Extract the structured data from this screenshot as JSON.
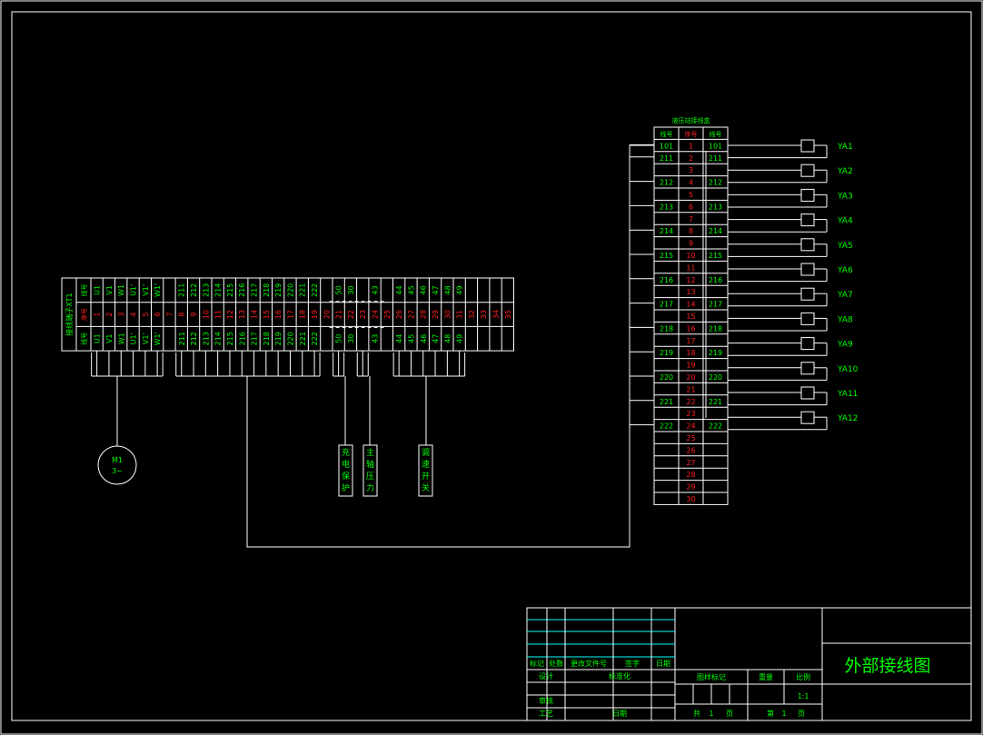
{
  "drawing_title": "外部接线图",
  "main_strip": {
    "title": "接线端子XT1",
    "row_labels": [
      "线号",
      "序号",
      "线号"
    ],
    "top_labels": [
      "U1",
      "V1",
      "W1",
      "U1'",
      "V1'",
      "W1'",
      "",
      "211",
      "212",
      "213",
      "214",
      "215",
      "216",
      "217",
      "218",
      "219",
      "220",
      "221",
      "222",
      "",
      "50",
      "30",
      "",
      "43",
      "",
      "44",
      "45",
      "46",
      "47",
      "48",
      "49",
      "",
      "",
      ""
    ],
    "seq_labels": [
      "1",
      "2",
      "3",
      "4",
      "5",
      "6",
      "7",
      "8",
      "9",
      "10",
      "11",
      "12",
      "13",
      "14",
      "15",
      "16",
      "17",
      "18",
      "19",
      "20",
      "21",
      "22",
      "23",
      "24",
      "25",
      "26",
      "27",
      "28",
      "29",
      "30",
      "31",
      "32",
      "33",
      "34",
      "35"
    ],
    "bottom_labels": [
      "U1",
      "V1",
      "W1",
      "U1'",
      "V1'",
      "W1'",
      "",
      "211",
      "212",
      "213",
      "214",
      "215",
      "216",
      "217",
      "218",
      "219",
      "220",
      "221",
      "222",
      "",
      "50",
      "30",
      "",
      "43",
      "",
      "44",
      "45",
      "46",
      "47",
      "48",
      "49",
      "",
      "",
      ""
    ]
  },
  "motor": {
    "label": "M1",
    "sub": "3~"
  },
  "devices": [
    {
      "chars": [
        "充",
        "电",
        "保",
        "护"
      ]
    },
    {
      "chars": [
        "主",
        "轴",
        "压",
        "力"
      ]
    },
    {
      "chars": [
        "调",
        "速",
        "开",
        "关"
      ]
    }
  ],
  "valve_box": {
    "title": "液压站接线盒",
    "headers": [
      "线号",
      "序号",
      "线号"
    ],
    "seq": [
      "1",
      "2",
      "3",
      "4",
      "5",
      "6",
      "7",
      "8",
      "9",
      "10",
      "11",
      "12",
      "13",
      "14",
      "15",
      "16",
      "17",
      "18",
      "19",
      "20",
      "21",
      "22",
      "23",
      "24",
      "25",
      "26",
      "27",
      "28",
      "29",
      "30"
    ],
    "left_wires": [
      {
        "row": 1,
        "label": "101"
      },
      {
        "row": 2,
        "label": "211"
      },
      {
        "row": 4,
        "label": "212"
      },
      {
        "row": 6,
        "label": "213"
      },
      {
        "row": 8,
        "label": "214"
      },
      {
        "row": 10,
        "label": "215"
      },
      {
        "row": 12,
        "label": "216"
      },
      {
        "row": 14,
        "label": "217"
      },
      {
        "row": 16,
        "label": "218"
      },
      {
        "row": 18,
        "label": "219"
      },
      {
        "row": 20,
        "label": "220"
      },
      {
        "row": 22,
        "label": "221"
      },
      {
        "row": 24,
        "label": "222"
      }
    ],
    "right_wires": [
      {
        "row": 1,
        "label": "101"
      },
      {
        "row": 2,
        "label": "211"
      },
      {
        "row": 4,
        "label": "212"
      },
      {
        "row": 6,
        "label": "213"
      },
      {
        "row": 8,
        "label": "214"
      },
      {
        "row": 10,
        "label": "215"
      },
      {
        "row": 12,
        "label": "216"
      },
      {
        "row": 14,
        "label": "217"
      },
      {
        "row": 16,
        "label": "218"
      },
      {
        "row": 18,
        "label": "219"
      },
      {
        "row": 20,
        "label": "220"
      },
      {
        "row": 22,
        "label": "221"
      },
      {
        "row": 24,
        "label": "222"
      }
    ]
  },
  "solenoids": [
    "YA1",
    "YA2",
    "YA3",
    "YA4",
    "YA5",
    "YA6",
    "YA7",
    "YA8",
    "YA9",
    "YA10",
    "YA11",
    "YA12"
  ],
  "title_block": {
    "rev_headers": [
      "标记",
      "处数",
      "更改文件号",
      "签字",
      "日期"
    ],
    "design": "设计",
    "standardization": "标准化",
    "check": "审核",
    "process": "工艺",
    "date": "日期",
    "stage_mark": "图样标记",
    "weight": "重量",
    "scale": "比例",
    "scale_value": "1:1",
    "total": "共",
    "total_n": "1",
    "sheet": "第",
    "sheet_n": "1",
    "page_unit": "页"
  },
  "colors": {
    "line": "#ffffff",
    "text": "#00ff00",
    "seq": "#ff2020",
    "frame": "#00ffff"
  }
}
